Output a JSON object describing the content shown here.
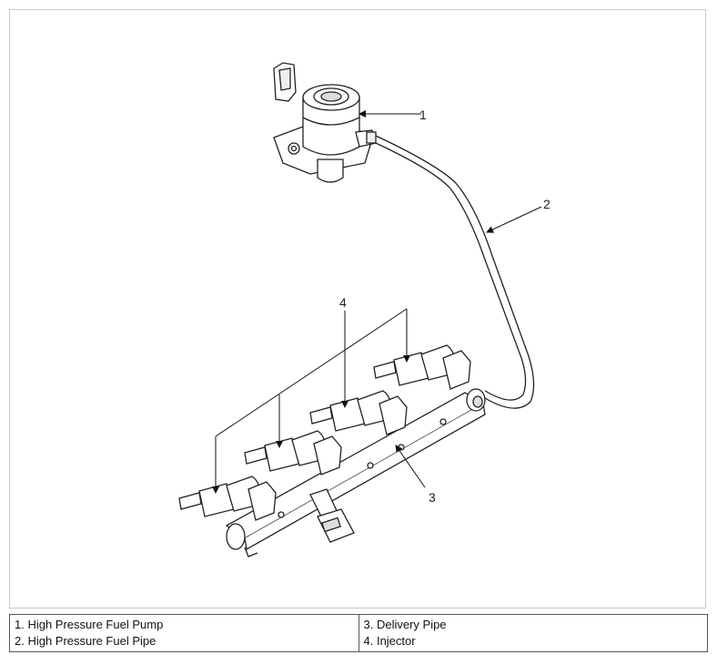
{
  "diagram": {
    "callouts": [
      {
        "id": "1",
        "label": "1"
      },
      {
        "id": "2",
        "label": "2"
      },
      {
        "id": "3",
        "label": "3"
      },
      {
        "id": "4",
        "label": "4"
      }
    ]
  },
  "legend": {
    "left": [
      "1. High Pressure Fuel Pump",
      "2. High Pressure Fuel Pipe"
    ],
    "right": [
      "3. Delivery Pipe",
      "4. Injector"
    ]
  }
}
